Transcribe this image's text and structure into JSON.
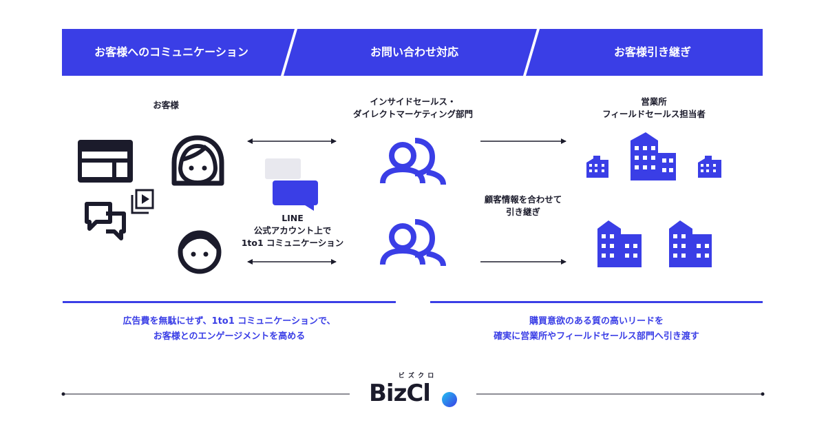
{
  "banners": [
    {
      "label": "お客様へのコミュニケーション"
    },
    {
      "label": "お問い合わせ対応"
    },
    {
      "label": "お客様引き継ぎ"
    }
  ],
  "labels": {
    "customer": "お客様",
    "inside_sales_line1": "インサイドセールス・",
    "inside_sales_line2": "ダイレクトマーケティング部門",
    "field_sales_line1": "営業所",
    "field_sales_line2": "フィールドセールス担当者",
    "line_line1": "LINE",
    "line_line2": "公式アカウント上で",
    "line_line3": "1to1 コミュニケーション",
    "handover_line1": "顧客情報を合わせて",
    "handover_line2": "引き継ぎ"
  },
  "footer_left": {
    "line1": "広告費を無駄にせず、1to1 コミュニケーションで、",
    "line2": "お客様とのエンゲージメントを高める"
  },
  "footer_right": {
    "line1": "購買意欲のある質の高いリードを",
    "line2": "確実に営業所やフィールドセールス部門へ引き渡す"
  },
  "logo": {
    "ruby": "ビ ズ ク ロ",
    "wordmark": "BizCl"
  },
  "colors": {
    "accent": "#3a3ee6",
    "dark": "#1b1b2b"
  }
}
